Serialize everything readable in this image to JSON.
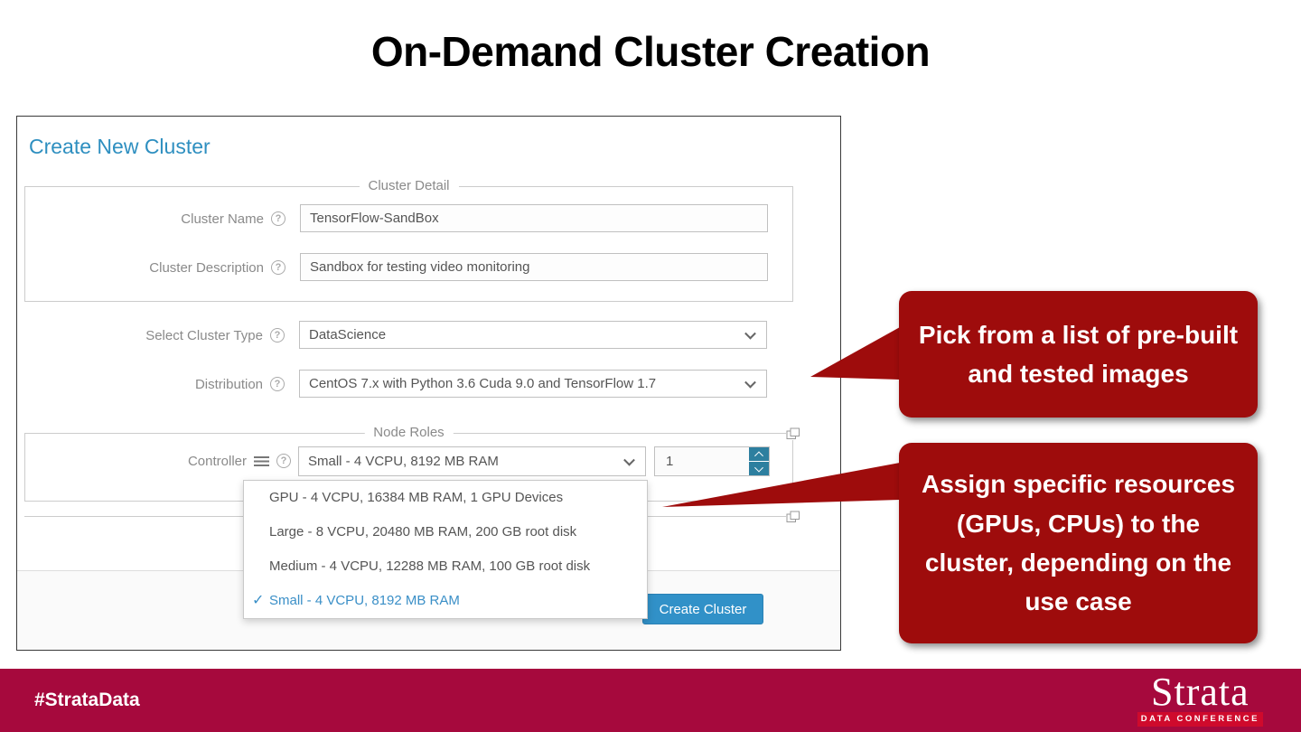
{
  "title": "On-Demand Cluster Creation",
  "form": {
    "heading": "Create New Cluster",
    "detail": {
      "legend": "Cluster Detail",
      "name_label": "Cluster Name",
      "name_value": "TensorFlow-SandBox",
      "desc_label": "Cluster Description",
      "desc_value": "Sandbox for testing video monitoring"
    },
    "type_label": "Select Cluster Type",
    "type_value": "DataScience",
    "dist_label": "Distribution",
    "dist_value": "CentOS 7.x with Python 3.6 Cuda 9.0 and TensorFlow 1.7",
    "roles": {
      "legend": "Node Roles",
      "controller_label": "Controller",
      "controller_value": "Small - 4 VCPU, 8192 MB RAM",
      "count": "1",
      "options": [
        {
          "label": "GPU - 4 VCPU, 16384 MB RAM, 1 GPU Devices",
          "selected": false
        },
        {
          "label": "Large - 8 VCPU, 20480 MB RAM, 200 GB root disk",
          "selected": false
        },
        {
          "label": "Medium - 4 VCPU, 12288 MB RAM, 100 GB root disk",
          "selected": false
        },
        {
          "label": "Small - 4 VCPU, 8192 MB RAM",
          "selected": true
        }
      ]
    },
    "create_button": "Create Cluster"
  },
  "callouts": [
    {
      "text": "Pick from a list of pre-built and tested images"
    },
    {
      "text": "Assign specific resources (GPUs, CPUs) to the cluster, depending on the use case"
    }
  ],
  "footer": {
    "hashtag": "#StrataData",
    "logo": "Strata",
    "logo_sub": "DATA CONFERENCE"
  },
  "icons": {
    "help": "?",
    "check": "✓"
  },
  "colors": {
    "heading_blue": "#2E8FC0",
    "button_blue": "#3191C8",
    "stepper_teal": "#2D7F9F",
    "selected_option_blue": "#3A8FC7",
    "callout_red": "#9E0C0C",
    "footer_crimson": "#A6093D",
    "logo_strip_red": "#CF0A2C"
  }
}
